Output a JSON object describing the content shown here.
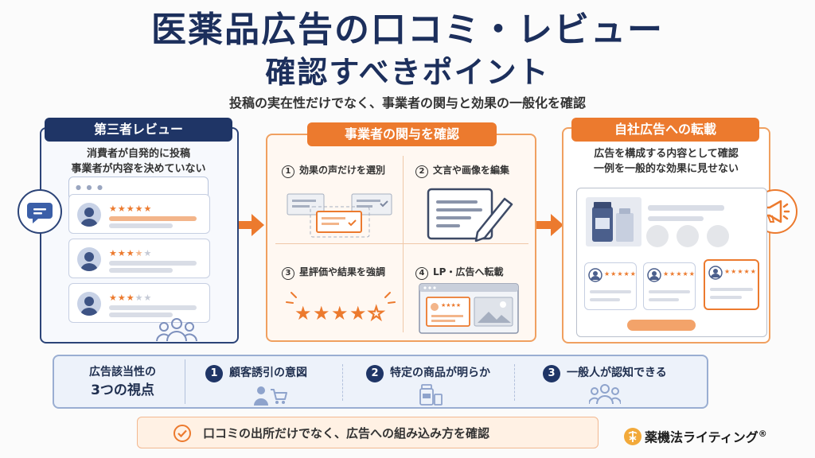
{
  "title": {
    "line1": "医薬品広告の口コミ・レビュー",
    "line2": "確認すべきポイント",
    "subtitle": "投稿の実在性だけでなく、事業者の関与と効果の一般化を確認"
  },
  "left_panel": {
    "header": "第三者レビュー",
    "desc_line1": "消費者が自発的に投稿",
    "desc_line2": "事業者が内容を決めていない",
    "icon": "speech-bubble-icon",
    "reviews": [
      {
        "stars": "★★★★★",
        "rating": 5
      },
      {
        "stars": "★★★★★",
        "rating": 3.5
      },
      {
        "stars": "★★★★★",
        "rating": 3
      }
    ]
  },
  "mid_panel": {
    "header": "事業者の関与を確認",
    "items": [
      {
        "num": "1",
        "label": "効果の声だけを選別"
      },
      {
        "num": "2",
        "label": "文言や画像を編集"
      },
      {
        "num": "3",
        "label": "星評価や結果を強調"
      },
      {
        "num": "4",
        "label": "LP・広告へ転載"
      }
    ]
  },
  "right_panel": {
    "header": "自社広告への転載",
    "desc_line1": "広告を構成する内容として確認",
    "desc_line2": "一例を一般的な効果に見せない",
    "icon": "megaphone-icon"
  },
  "bottom": {
    "title_line1": "広告該当性の",
    "title_line2": "3つの視点",
    "points": [
      {
        "num": "1",
        "label": "顧客誘引の意図",
        "icon": "customer-cart-icon"
      },
      {
        "num": "2",
        "label": "特定の商品が明らか",
        "icon": "product-bottle-icon"
      },
      {
        "num": "3",
        "label": "一般人が認知できる",
        "icon": "people-group-icon"
      }
    ]
  },
  "footer": {
    "check_text": "口コミの出所だけでなく、広告への組み込み方を確認",
    "brand": "薬機法ライティング",
    "registered": "®"
  },
  "colors": {
    "navy": "#1f3566",
    "orange": "#ec7a2e"
  }
}
